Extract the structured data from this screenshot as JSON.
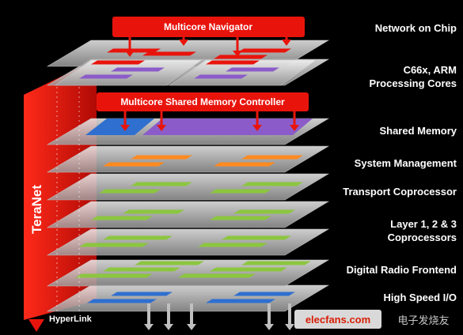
{
  "navigator_label": "Multicore Navigator",
  "msmc_label": "Multicore  Shared Memory Controller",
  "teranet_label": "TeraNet",
  "hyperlink_label": "HyperLink",
  "watermark": {
    "site": "elecfans.com",
    "cn": "电子发烧友"
  },
  "layers": [
    {
      "id": "network",
      "label": "Network on Chip"
    },
    {
      "id": "cores",
      "label": "C66x, ARM\nProcessing Cores"
    },
    {
      "id": "shared-memory",
      "label": "Shared Memory"
    },
    {
      "id": "system-management",
      "label": "System Management"
    },
    {
      "id": "transport",
      "label": "Transport  Coprocessor"
    },
    {
      "id": "layer123",
      "label": "Layer  1, 2 & 3\nCoprocessors"
    },
    {
      "id": "radio",
      "label": "Digital Radio Frontend"
    },
    {
      "id": "io",
      "label": "High Speed I/O"
    }
  ],
  "colors": {
    "background": "#000000",
    "accent_red": "#e8140c",
    "plane": "#d9d9d9",
    "core_purple": "#8b5cc9",
    "memory_blue": "#2f6fd0",
    "orange": "#ff8a1f",
    "green": "#8cc63f",
    "blue": "#2f6fd0"
  }
}
